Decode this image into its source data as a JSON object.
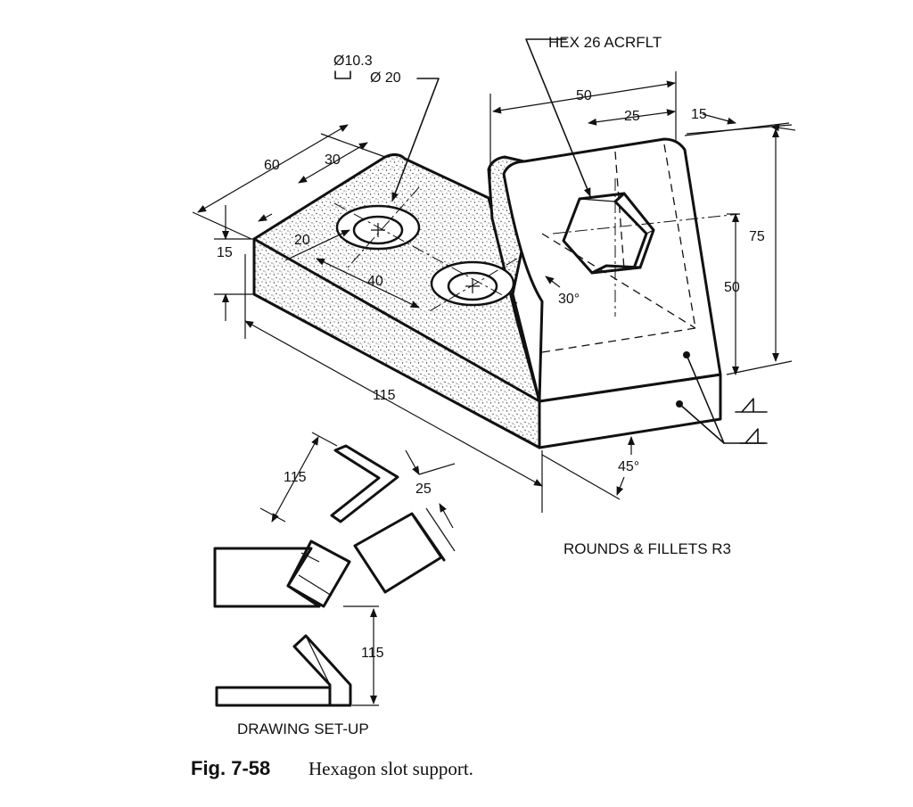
{
  "figure": {
    "number": "Fig. 7-58",
    "title": "Hexagon slot support."
  },
  "callouts": {
    "hex": "HEX 26 ACRFLT",
    "hole_small": "Ø10.3",
    "hole_cbore": "Ø 20",
    "rounds": "ROUNDS & FILLETS R3",
    "setup": "DRAWING SET-UP"
  },
  "dimensions": {
    "d60": "60",
    "d30": "30",
    "d15_left": "15",
    "d20": "20",
    "d40": "40",
    "d115_main": "115",
    "d50_top": "50",
    "d25_top": "25",
    "d15_top": "15",
    "d75": "75",
    "d50_right": "50",
    "ang30": "30°",
    "ang45": "45°",
    "d115_setup1": "115",
    "d25_setup": "25",
    "d115_setup2": "115"
  }
}
